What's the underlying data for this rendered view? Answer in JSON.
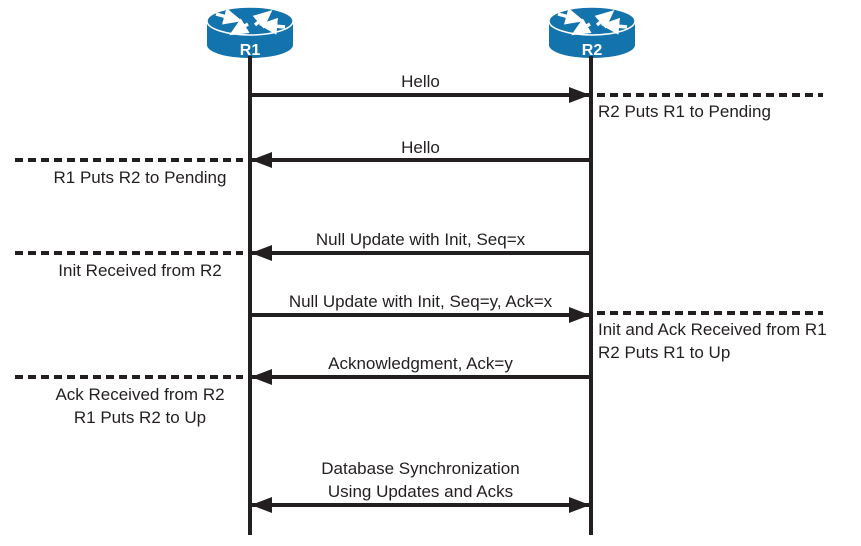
{
  "diagram": {
    "routers": [
      {
        "label": "R1"
      },
      {
        "label": "R2"
      }
    ],
    "messages": [
      {
        "label": "Hello",
        "direction": "left-to-right"
      },
      {
        "label": "Hello",
        "direction": "right-to-left"
      },
      {
        "label": "Null Update with Init, Seq=x",
        "direction": "right-to-left"
      },
      {
        "label": "Null Update with Init, Seq=y, Ack=x",
        "direction": "left-to-right"
      },
      {
        "label": "Acknowledgment, Ack=y",
        "direction": "right-to-left"
      },
      {
        "line1": "Database Synchronization",
        "line2": "Using Updates and Acks",
        "direction": "bidirectional"
      }
    ],
    "annotations": [
      {
        "side": "right",
        "line1": "R2 Puts R1 to Pending"
      },
      {
        "side": "left",
        "line1": "R1 Puts R2 to Pending"
      },
      {
        "side": "left",
        "line1": "Init Received from R2"
      },
      {
        "side": "right",
        "line1": "Init and Ack Received from R1",
        "line2": "R2 Puts R1 to Up"
      },
      {
        "side": "left",
        "line1": "Ack Received from R2",
        "line2": "R1 Puts R2 to Up"
      }
    ],
    "colors": {
      "router_blue": "#1373ac",
      "ink_black": "#231f20"
    }
  }
}
